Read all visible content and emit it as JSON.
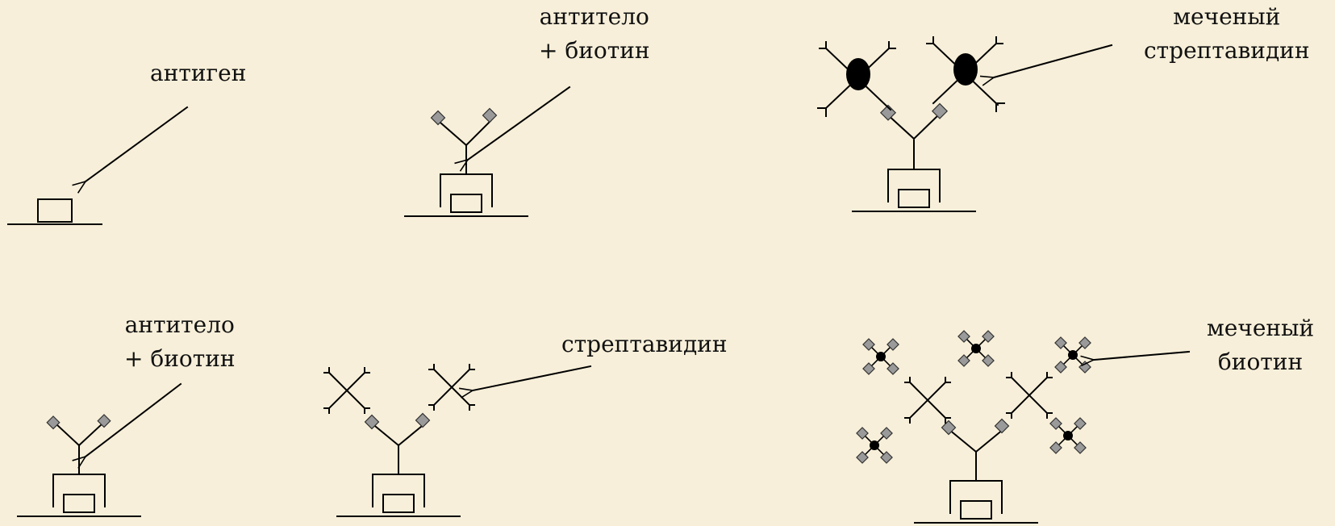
{
  "labels": {
    "antigen": "антиген",
    "antibody_biotin_1_l1": "антитело",
    "antibody_biotin_1_l2": "+ биотин",
    "labeled_streptavidin_l1": "меченый",
    "labeled_streptavidin_l2": "стрептавидин",
    "antibody_biotin_2_l1": "антитело",
    "antibody_biotin_2_l2": "+ биотин",
    "streptavidin": "стрептавидин",
    "labeled_biotin_l1": "меченый",
    "labeled_biotin_l2": "биотин"
  },
  "colors": {
    "background": "#f7efd9",
    "biotin_dot": "#9a9a9a",
    "label_mark": "#000000"
  }
}
